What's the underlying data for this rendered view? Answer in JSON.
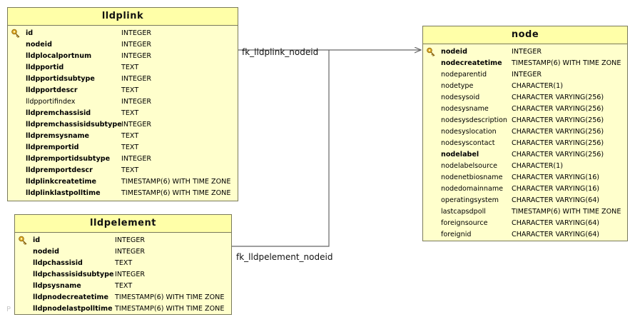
{
  "watermark": "P",
  "relationships": [
    {
      "label": "fk_lldplink_nodeid"
    },
    {
      "label": "fk_lldpelement_nodeid"
    }
  ],
  "tables": {
    "lldplink": {
      "title": "lldplink",
      "columns": [
        {
          "name": "id",
          "type": "INTEGER",
          "bold": true,
          "pk": true
        },
        {
          "name": "nodeid",
          "type": "INTEGER",
          "bold": true
        },
        {
          "name": "lldplocalportnum",
          "type": "INTEGER",
          "bold": true
        },
        {
          "name": "lldpportid",
          "type": "TEXT",
          "bold": true
        },
        {
          "name": "lldpportidsubtype",
          "type": "INTEGER",
          "bold": true
        },
        {
          "name": "lldpportdescr",
          "type": "TEXT",
          "bold": true
        },
        {
          "name": "lldpportifindex",
          "type": "INTEGER",
          "bold": false
        },
        {
          "name": "lldpremchassisid",
          "type": "TEXT",
          "bold": true
        },
        {
          "name": "lldpremchassisidsubtype",
          "type": "INTEGER",
          "bold": true
        },
        {
          "name": "lldpremsysname",
          "type": "TEXT",
          "bold": true
        },
        {
          "name": "lldpremportid",
          "type": "TEXT",
          "bold": true
        },
        {
          "name": "lldpremportidsubtype",
          "type": "INTEGER",
          "bold": true
        },
        {
          "name": "lldpremportdescr",
          "type": "TEXT",
          "bold": true
        },
        {
          "name": "lldplinkcreatetime",
          "type": "TIMESTAMP(6) WITH TIME ZONE",
          "bold": true
        },
        {
          "name": "lldplinklastpolltime",
          "type": "TIMESTAMP(6) WITH TIME ZONE",
          "bold": true
        }
      ]
    },
    "lldpelement": {
      "title": "lldpelement",
      "columns": [
        {
          "name": "id",
          "type": "INTEGER",
          "bold": true,
          "pk": true
        },
        {
          "name": "nodeid",
          "type": "INTEGER",
          "bold": true
        },
        {
          "name": "lldpchassisid",
          "type": "TEXT",
          "bold": true
        },
        {
          "name": "lldpchassisidsubtype",
          "type": "INTEGER",
          "bold": true
        },
        {
          "name": "lldpsysname",
          "type": "TEXT",
          "bold": true
        },
        {
          "name": "lldpnodecreatetime",
          "type": "TIMESTAMP(6) WITH TIME ZONE",
          "bold": true
        },
        {
          "name": "lldpnodelastpolltime",
          "type": "TIMESTAMP(6) WITH TIME ZONE",
          "bold": true
        }
      ]
    },
    "node": {
      "title": "node",
      "columns": [
        {
          "name": "nodeid",
          "type": "INTEGER",
          "bold": true,
          "pk": true
        },
        {
          "name": "nodecreatetime",
          "type": "TIMESTAMP(6) WITH TIME ZONE",
          "bold": true
        },
        {
          "name": "nodeparentid",
          "type": "INTEGER",
          "bold": false
        },
        {
          "name": "nodetype",
          "type": "CHARACTER(1)",
          "bold": false
        },
        {
          "name": "nodesysoid",
          "type": "CHARACTER VARYING(256)",
          "bold": false
        },
        {
          "name": "nodesysname",
          "type": "CHARACTER VARYING(256)",
          "bold": false
        },
        {
          "name": "nodesysdescription",
          "type": "CHARACTER VARYING(256)",
          "bold": false
        },
        {
          "name": "nodesyslocation",
          "type": "CHARACTER VARYING(256)",
          "bold": false
        },
        {
          "name": "nodesyscontact",
          "type": "CHARACTER VARYING(256)",
          "bold": false
        },
        {
          "name": "nodelabel",
          "type": "CHARACTER VARYING(256)",
          "bold": true
        },
        {
          "name": "nodelabelsource",
          "type": "CHARACTER(1)",
          "bold": false
        },
        {
          "name": "nodenetbiosname",
          "type": "CHARACTER VARYING(16)",
          "bold": false
        },
        {
          "name": "nodedomainname",
          "type": "CHARACTER VARYING(16)",
          "bold": false
        },
        {
          "name": "operatingsystem",
          "type": "CHARACTER VARYING(64)",
          "bold": false
        },
        {
          "name": "lastcapsdpoll",
          "type": "TIMESTAMP(6) WITH TIME ZONE",
          "bold": false
        },
        {
          "name": "foreignsource",
          "type": "CHARACTER VARYING(64)",
          "bold": false
        },
        {
          "name": "foreignid",
          "type": "CHARACTER VARYING(64)",
          "bold": false
        }
      ]
    }
  }
}
